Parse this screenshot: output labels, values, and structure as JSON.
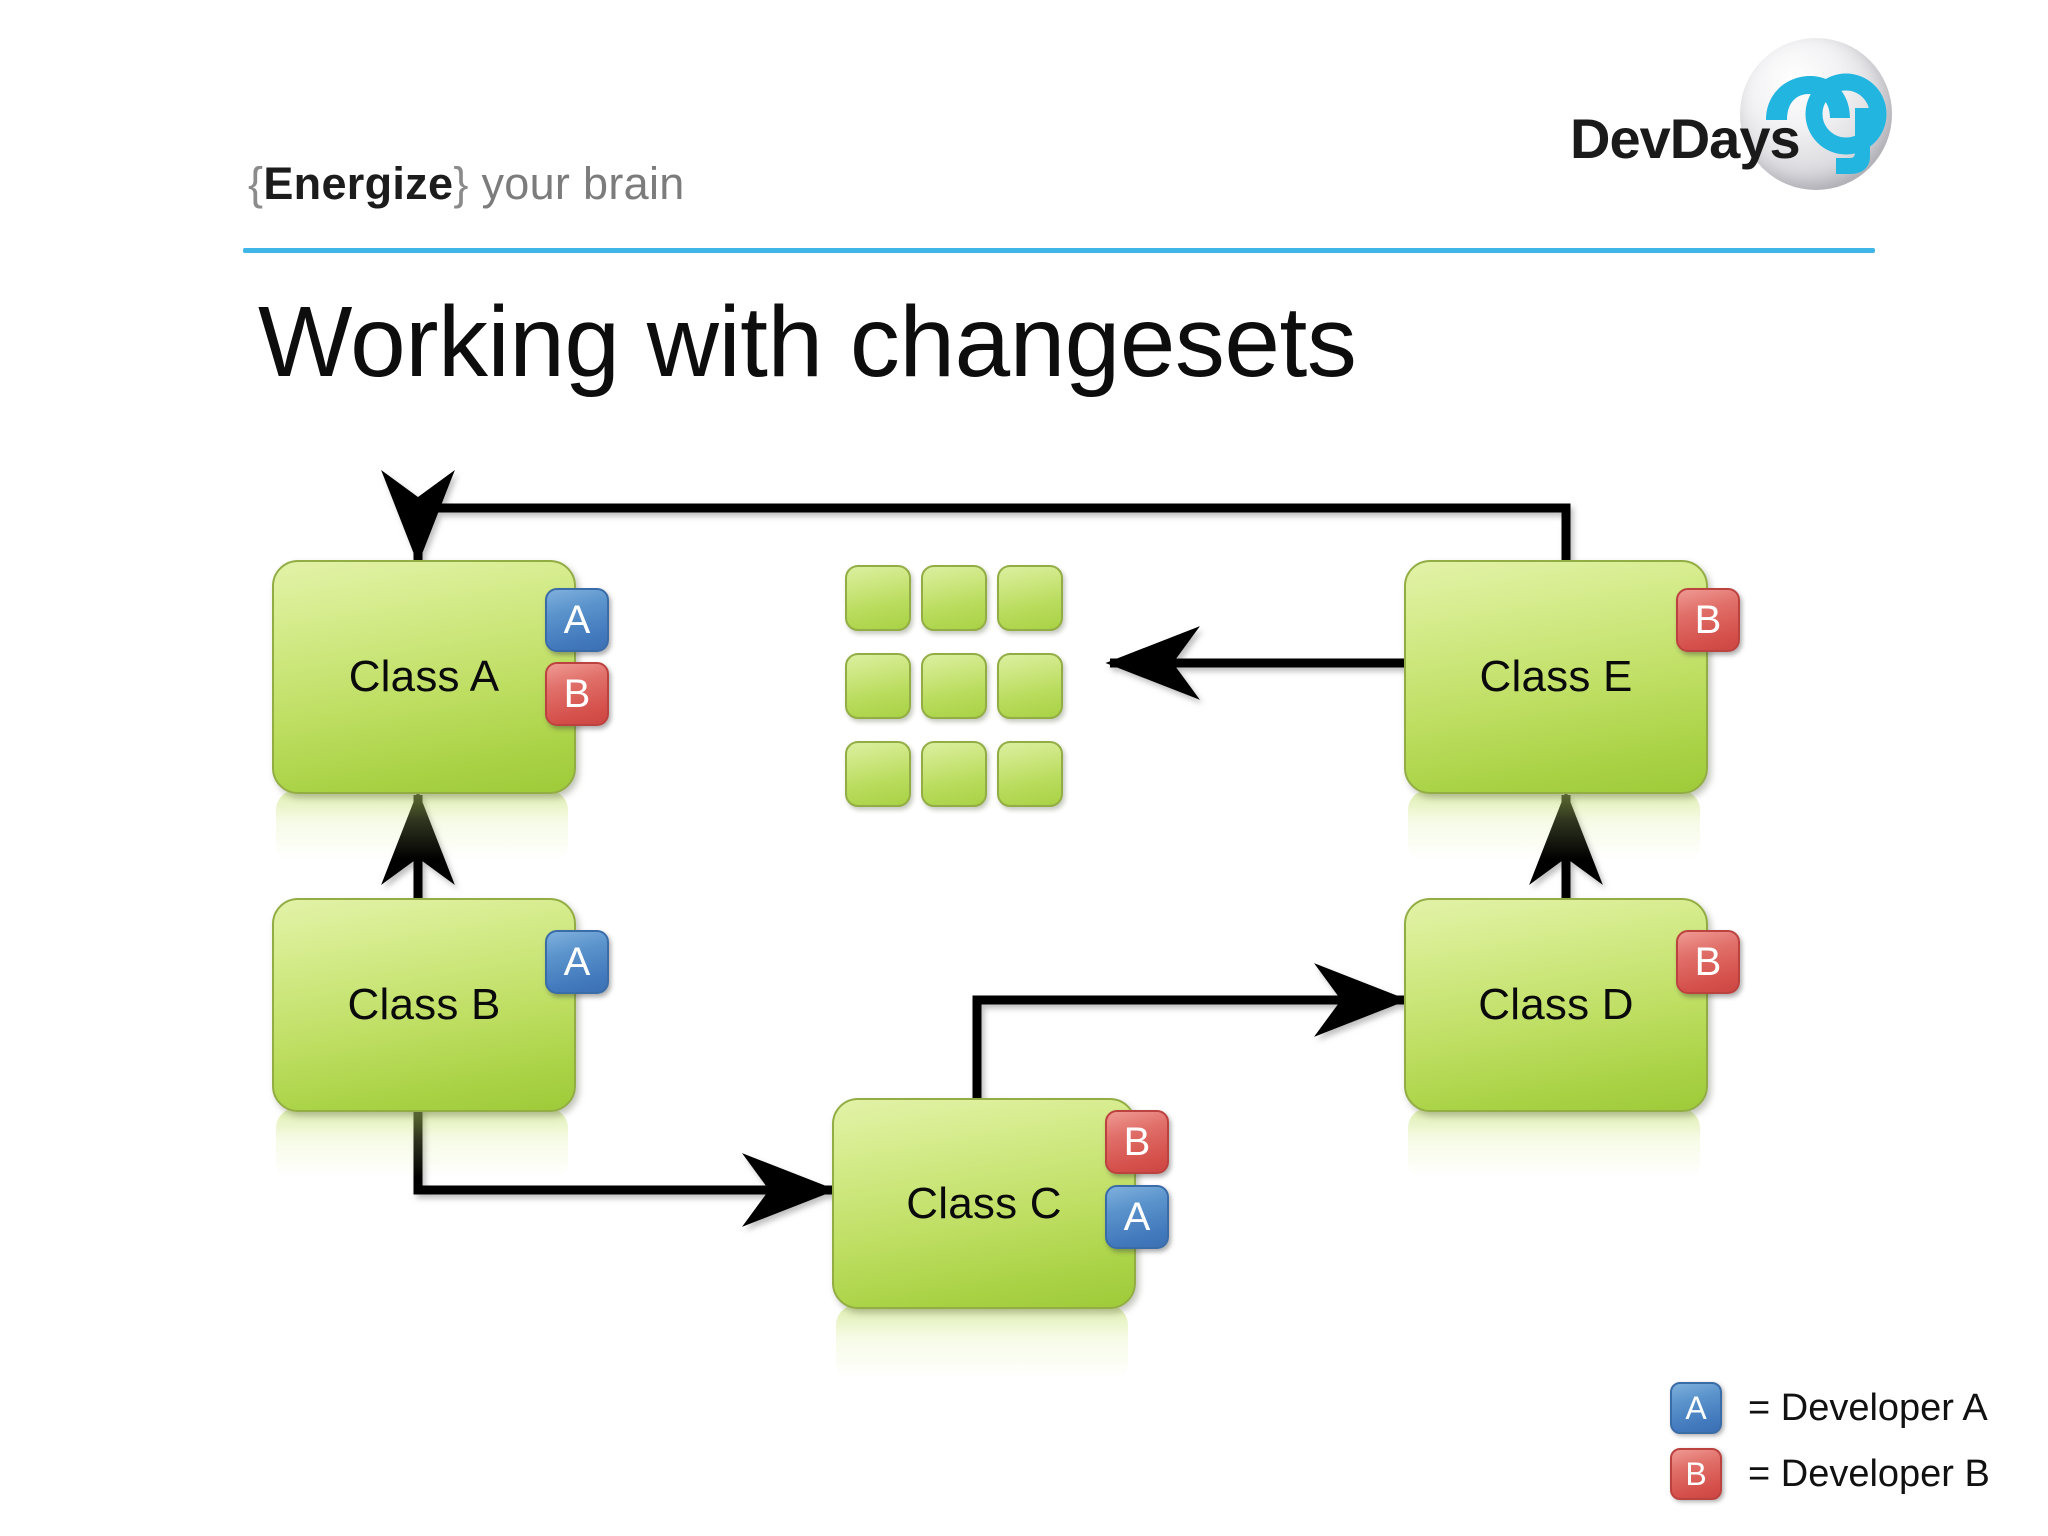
{
  "header": {
    "tagline_brace_open": "{",
    "tagline_bold": "Energize",
    "tagline_brace_close": "}",
    "tagline_rest": " your brain",
    "rule_color": "#3fb5e8"
  },
  "logo": {
    "wordmark": "DevDays",
    "year": "09",
    "year_color": "#22b5e0",
    "sphere_color": "#dcdce0"
  },
  "title": "Working with changesets",
  "theme": {
    "box_fill_top": "#d6ec8d",
    "box_fill_bottom": "#a9d245",
    "box_border": "#93ad45",
    "dev_a_color": "#4279bd",
    "dev_b_color": "#d5504b",
    "connector_color": "#000000",
    "text_color": "#0a0a0a"
  },
  "diagram": {
    "nodes": [
      {
        "id": "class-a",
        "label": "Class A",
        "badges": [
          "A",
          "B"
        ]
      },
      {
        "id": "class-b",
        "label": "Class B",
        "badges": [
          "A"
        ]
      },
      {
        "id": "class-c",
        "label": "Class C",
        "badges": [
          "B",
          "A"
        ]
      },
      {
        "id": "class-d",
        "label": "Class D",
        "badges": [
          "B"
        ]
      },
      {
        "id": "class-e",
        "label": "Class E",
        "badges": [
          "B"
        ]
      }
    ],
    "changeset_grid": {
      "name": "changeset",
      "rows": 3,
      "columns": 3,
      "cell_count": 9
    },
    "connectors": [
      {
        "from": "class-b",
        "to": "class-a",
        "shape": "vertical-up"
      },
      {
        "from": "class-b",
        "to": "class-c",
        "shape": "down-then-right"
      },
      {
        "from": "class-c",
        "to": "class-d",
        "shape": "up-then-right"
      },
      {
        "from": "class-d",
        "to": "class-e",
        "shape": "vertical-up"
      },
      {
        "from": "class-e",
        "to": "changeset",
        "shape": "horizontal-left"
      },
      {
        "from": "class-e",
        "to": "class-a",
        "shape": "up-left-down"
      }
    ]
  },
  "legend": {
    "rows": [
      {
        "badge": "A",
        "text": "= Developer A",
        "dev": "a"
      },
      {
        "badge": "B",
        "text": "= Developer B",
        "dev": "b"
      }
    ]
  }
}
